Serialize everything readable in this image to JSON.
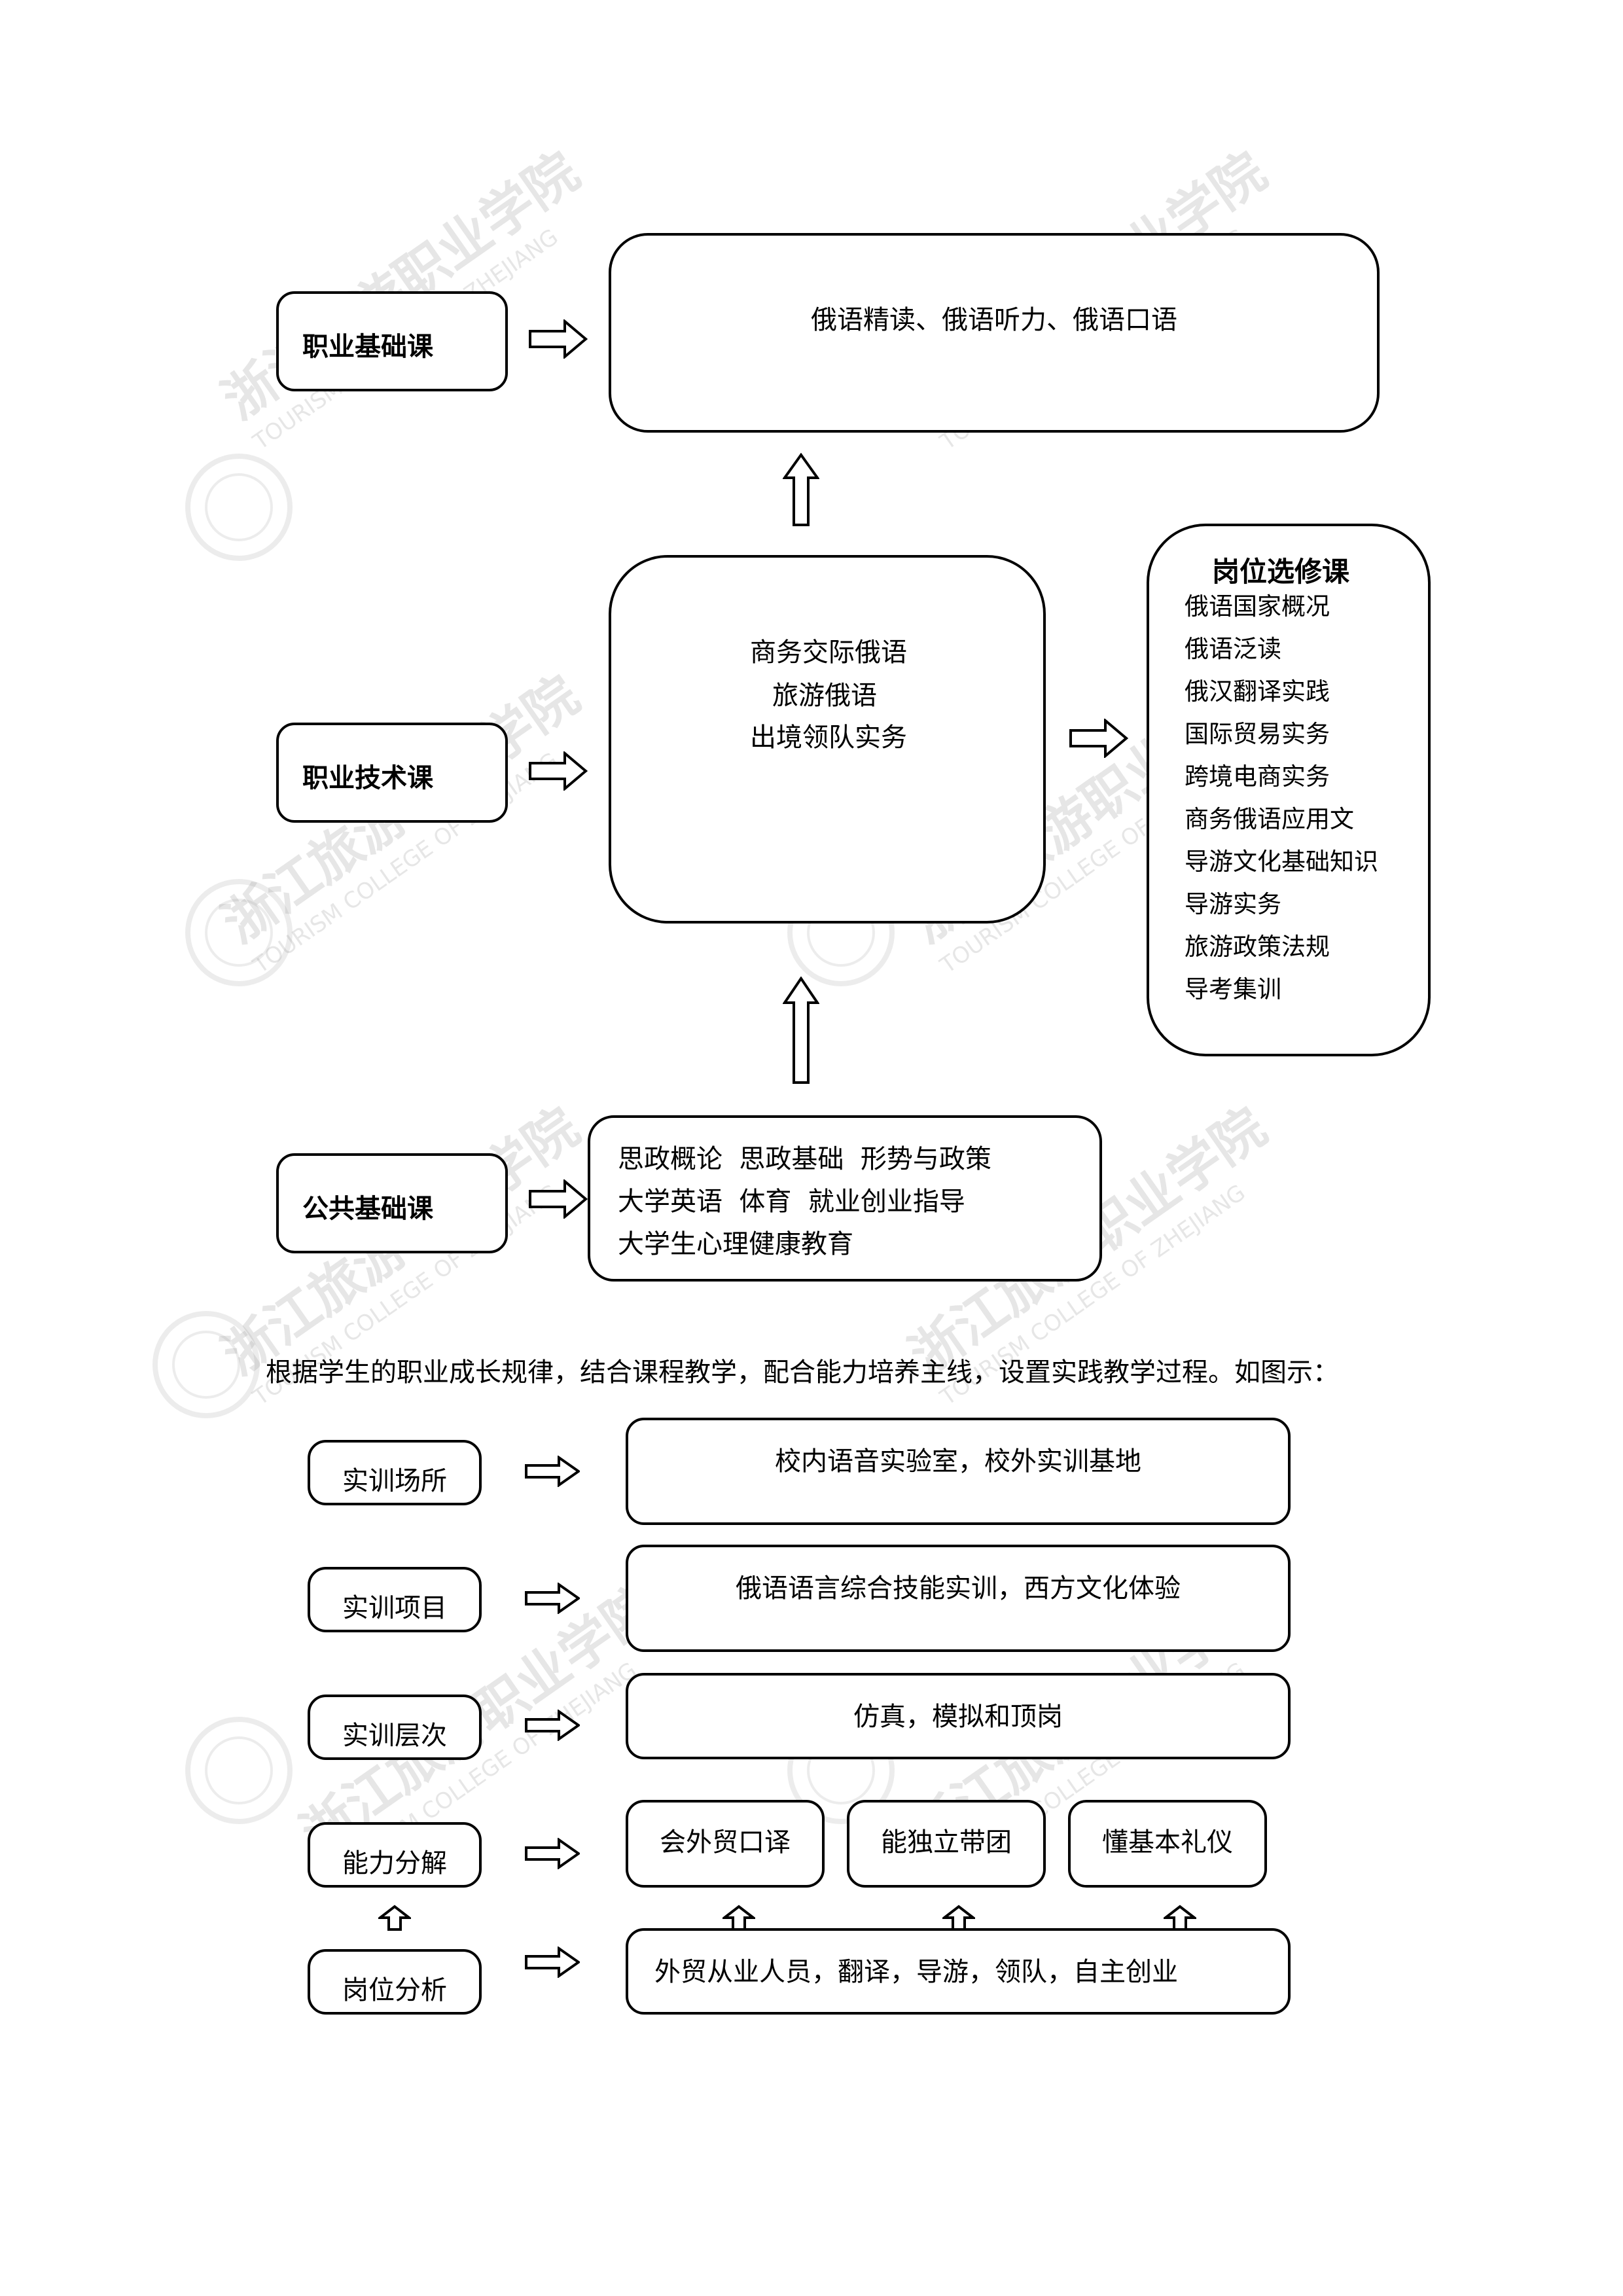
{
  "watermark": {
    "school_cn": "浙江旅游职业学院",
    "school_en": "TOURISM COLLEGE OF ZHEJIANG"
  },
  "top_diagram": {
    "professional_basic": {
      "label": "职业基础课",
      "content": "俄语精读、俄语听力、俄语口语"
    },
    "professional_tech": {
      "label": "职业技术课",
      "content": [
        "商务交际俄语",
        "旅游俄语",
        "出境领队实务"
      ]
    },
    "elective": {
      "title": "岗位选修课",
      "items": [
        "俄语国家概况",
        "俄语泛读",
        "俄汉翻译实践",
        "国际贸易实务",
        "跨境电商实务",
        "商务俄语应用文",
        "导游文化基础知识",
        "导游实务",
        "旅游政策法规",
        "导考集训"
      ]
    },
    "public_basic": {
      "label": "公共基础课",
      "content": [
        "思政概论  思政基础  形势与政策",
        "大学英语  体育  就业创业指导",
        "大学生心理健康教育"
      ]
    }
  },
  "paragraph": "根据学生的职业成长规律，结合课程教学，配合能力培养主线，设置实践教学过程。如图示：",
  "bottom_diagram": {
    "rows": [
      {
        "label": "实训场所",
        "content": "校内语音实验室，校外实训基地"
      },
      {
        "label": "实训项目",
        "content": "俄语语言综合技能实训，西方文化体验"
      },
      {
        "label": "实训层次",
        "content": "仿真，模拟和顶岗"
      }
    ],
    "ability": {
      "label": "能力分解",
      "items": [
        "会外贸口译",
        "能独立带团",
        "懂基本礼仪"
      ]
    },
    "position": {
      "label": "岗位分析",
      "content": "外贸从业人员，翻译，导游，领队，自主创业"
    }
  }
}
